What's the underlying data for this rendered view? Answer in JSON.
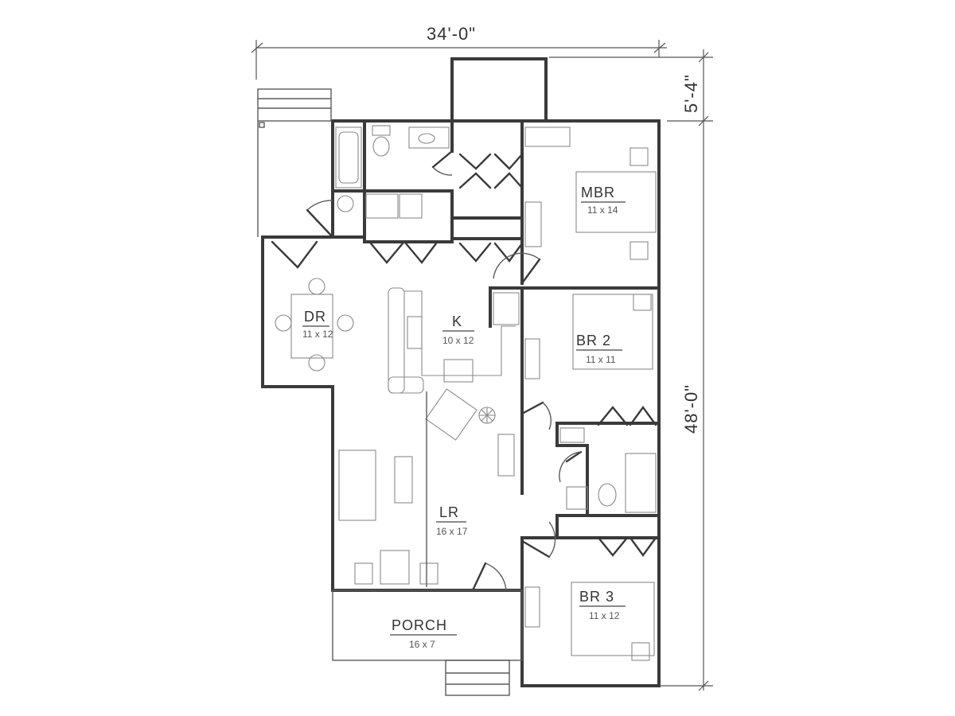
{
  "dimensions": {
    "width": "34'-0\"",
    "rear_extension": "5'-4\"",
    "depth": "48'-0\""
  },
  "rooms": {
    "mbr": {
      "name": "MBR",
      "size": "11 x 14"
    },
    "br2": {
      "name": "BR 2",
      "size": "11 x 11"
    },
    "br3": {
      "name": "BR 3",
      "size": "11 x 12"
    },
    "dr": {
      "name": "DR",
      "size": "11 x 12"
    },
    "k": {
      "name": "K",
      "size": "10 x 12"
    },
    "lr": {
      "name": "LR",
      "size": "16 x 17"
    },
    "porch": {
      "name": "PORCH",
      "size": "16 x 7"
    }
  },
  "colors": {
    "wall": "#3a3a3a",
    "fixture": "#8a8a8a",
    "background": "#ffffff"
  }
}
